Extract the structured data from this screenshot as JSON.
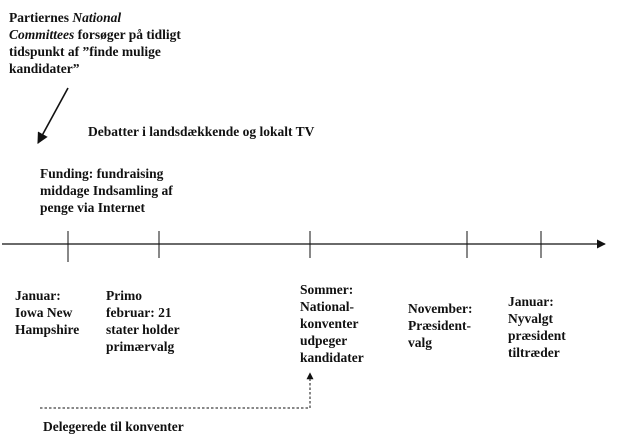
{
  "top_notes": {
    "committees": {
      "lines": [
        [
          {
            "text": "Partiernes "
          },
          {
            "text": "National",
            "italic": true
          }
        ],
        [
          {
            "text": "Committees",
            "italic": true
          },
          {
            "text": " forsøger på tidligt"
          }
        ],
        [
          {
            "text": "tidspunkt af ”finde mulige"
          }
        ],
        [
          {
            "text": "kandidater”"
          }
        ]
      ]
    },
    "debates": "Debatter i landsdækkende og lokalt TV",
    "funding": {
      "lines": [
        "Funding: fundraising",
        "middage Indsamling af",
        "penge via Internet"
      ]
    }
  },
  "timeline": {
    "labels": [
      {
        "id": "jan",
        "lines": [
          "Januar:",
          "Iowa New",
          "Hampshire"
        ]
      },
      {
        "id": "feb",
        "lines": [
          "Primo",
          "februar:  21",
          "stater holder",
          "primærvalg"
        ]
      },
      {
        "id": "summer",
        "lines": [
          "Sommer:",
          "National-",
          "konventer",
          "udpeger",
          "kandidater"
        ]
      },
      {
        "id": "nov",
        "lines": [
          "November:",
          "Præsident-",
          "valg"
        ]
      },
      {
        "id": "jan2",
        "lines": [
          "Januar:",
          "Nyvalgt",
          "præsident",
          "tiltræder"
        ]
      }
    ]
  },
  "bottom_note": "Delegerede til konventer",
  "colors": {
    "line": "#111111",
    "text": "#111111",
    "background": "#ffffff"
  }
}
